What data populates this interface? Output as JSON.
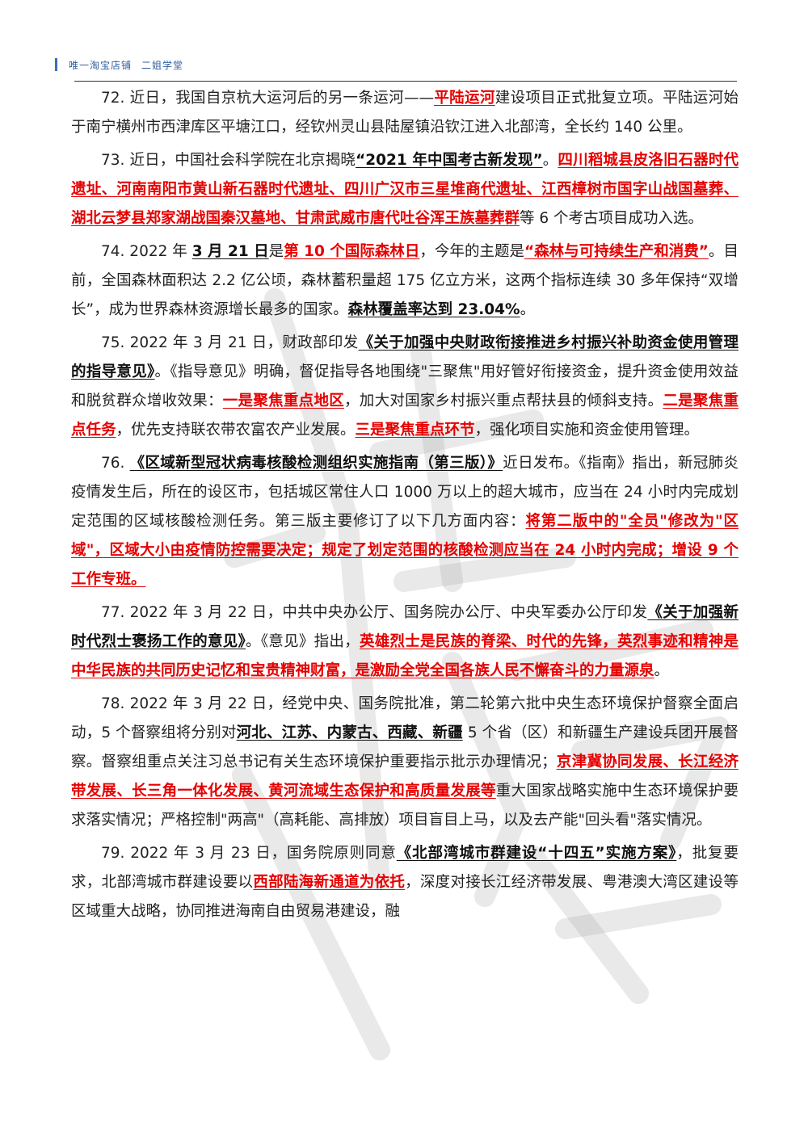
{
  "header": {
    "shop": "唯一淘宝店铺",
    "brand": "二姐学堂"
  },
  "paragraphs": [
    [
      {
        "t": "72. 近日，我国自京杭大运河后的另一条运河——"
      },
      {
        "t": "平陆运河",
        "s": "r"
      },
      {
        "t": "建设项目正式批复立项。平陆运河始于南宁横州市西津库区平塘江口，经钦州灵山县陆屋镇沿钦江进入北部湾，全长约 140 公里。"
      }
    ],
    [
      {
        "t": "73. 近日，中国社会科学院在北京揭晓"
      },
      {
        "t": "“2021 年中国考古新发现”",
        "s": "b"
      },
      {
        "t": "。"
      },
      {
        "t": "四川稻城县皮洛旧石器时代遗址、河南南阳市黄山新石器时代遗址、四川广汉市三星堆商代遗址、江西樟树市国字山战国墓葬、湖北云梦县郑家湖战国秦汉墓地、甘肃武威市唐代吐谷浑王族墓葬群",
        "s": "r"
      },
      {
        "t": "等 6 个考古项目成功入选。"
      }
    ],
    [
      {
        "t": "74. 2022 年 "
      },
      {
        "t": "3 月 21 日",
        "s": "b"
      },
      {
        "t": "是"
      },
      {
        "t": "第 10 个国际森林日",
        "s": "r"
      },
      {
        "t": "，今年的主题是"
      },
      {
        "t": "“森林与可持续生产和消费”",
        "s": "r"
      },
      {
        "t": "。目前，全国森林面积达 2.2 亿公顷，森林蓄积量超 175 亿立方米，这两个指标连续 30 多年保持“双增长”，成为世界森林资源增长最多的国家。"
      },
      {
        "t": "森林覆盖率达到 23.04%",
        "s": "b"
      },
      {
        "t": "。"
      }
    ],
    [
      {
        "t": "75. 2022 年 3 月 21 日，财政部印发"
      },
      {
        "t": "《关于加强中央财政衔接推进乡村振兴补助资金使用管理的指导意见》",
        "s": "b"
      },
      {
        "t": "。《指导意见》明确，督促指导各地围绕\"三聚焦\"用好管好衔接资金，提升资金使用效益和脱贫群众增收效果："
      },
      {
        "t": "一是聚焦重点地区",
        "s": "r"
      },
      {
        "t": "，加大对国家乡村振兴重点帮扶县的倾斜支持。"
      },
      {
        "t": "二是聚焦重点任务",
        "s": "r"
      },
      {
        "t": "，优先支持联农带农富农产业发展。"
      },
      {
        "t": "三是聚焦重点环节",
        "s": "r"
      },
      {
        "t": "，强化项目实施和资金使用管理。"
      }
    ],
    [
      {
        "t": "76. "
      },
      {
        "t": "《区域新型冠状病毒核酸检测组织实施指南（第三版）》",
        "s": "b"
      },
      {
        "t": "近日发布。《指南》指出，新冠肺炎疫情发生后，所在的设区市，包括城区常住人口 1000 万以上的超大城市，应当在 24 小时内完成划定范围的区域核酸检测任务。第三版主要修订了以下几方面内容："
      },
      {
        "t": "将第二版中的\"全员\"修改为\"区域\"，区域大小由疫情防控需要决定；规定了划定范围的核酸检测应当在 24 小时内完成；增设 9 个工作专班。",
        "s": "r"
      }
    ],
    [
      {
        "t": "77. 2022 年 3 月 22 日，中共中央办公厅、国务院办公厅、中央军委办公厅印发"
      },
      {
        "t": "《关于加强新时代烈士褒扬工作的意见》",
        "s": "b"
      },
      {
        "t": "。《意见》指出，"
      },
      {
        "t": "英雄烈士是民族的脊梁、时代的先锋，英烈事迹和精神是中华民族的共同历史记忆和宝贵精神财富，是激励全党全国各族人民不懈奋斗的力量源泉",
        "s": "r"
      },
      {
        "t": "。"
      }
    ],
    [
      {
        "t": "78. 2022 年 3 月 22 日，经党中央、国务院批准，第二轮第六批中央生态环境保护督察全面启动，5 个督察组将分别对"
      },
      {
        "t": "河北、江苏、内蒙古、西藏、新疆",
        "s": "b"
      },
      {
        "t": " 5 个省（区）和新疆生产建设兵团开展督察。督察组重点关注习总书记有关生态环境保护重要指示批示办理情况；"
      },
      {
        "t": "京津冀协同发展、长江经济带发展、长三角一体化发展、黄河流域生态保护和高质量发展等",
        "s": "r"
      },
      {
        "t": "重大国家战略实施中生态环境保护要求落实情况；严格控制\"两高\"（高耗能、高排放）项目盲目上马，以及去产能\"回头看\"落实情况。"
      }
    ],
    [
      {
        "t": "79. 2022 年 3 月 23 日，国务院原则同意"
      },
      {
        "t": "《北部湾城市群建设“十四五”实施方案》",
        "s": "b"
      },
      {
        "t": "，批复要求，北部湾城市群建设要以"
      },
      {
        "t": "西部陆海新通道为依托",
        "s": "r"
      },
      {
        "t": "，深度对接长江经济带发展、粤港澳大湾区建设等区域重大战略，协同推进海南自由贸易港建设，融"
      }
    ]
  ]
}
